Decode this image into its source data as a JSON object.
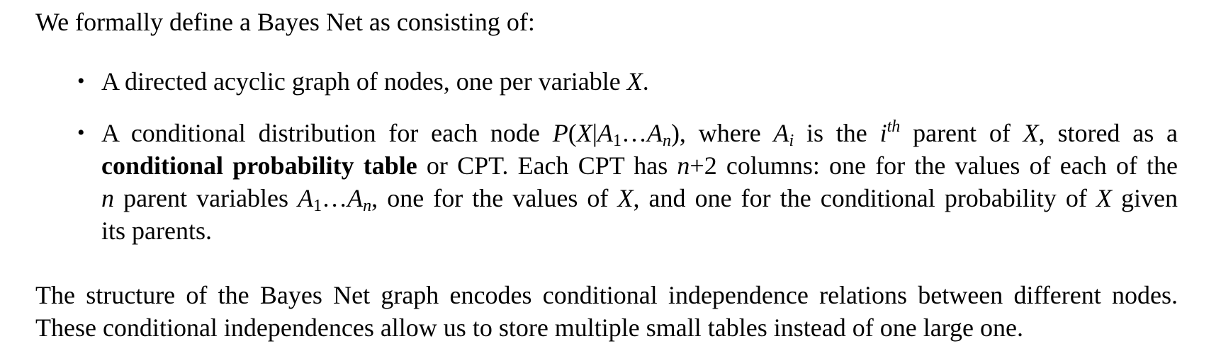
{
  "intro": "We formally define a Bayes Net as consisting of:",
  "bullet1": {
    "text": "A directed acyclic graph of nodes, one per variable ",
    "var": "X",
    "end": "."
  },
  "bullet2": {
    "l1_a": "A conditional distribution for each node ",
    "l1_P": "P",
    "l1_open": "(",
    "l1_X": "X",
    "l1_bar": "|",
    "l1_A1": "A",
    "l1_sub1": "1",
    "l1_dots": "…",
    "l1_An": "A",
    "l1_subn": "n",
    "l1_close": "),",
    "l1_b": " where ",
    "l1_Ai": "A",
    "l1_subi": "i",
    "l1_c": " is the ",
    "l1_i": "i",
    "l1_th": "th",
    "l1_d": " parent of ",
    "l1_X2": "X",
    "l1_e": ", stored as a",
    "l2_bold": "conditional probability table",
    "l2_a": " or CPT. Each CPT has ",
    "l2_n": "n",
    "l2_plus": "+2",
    "l2_b": " columns: one for the values of each of the",
    "l3_n": "n",
    "l3_a": " parent variables ",
    "l3_A1": "A",
    "l3_sub1": "1",
    "l3_dots": "…",
    "l3_An": "A",
    "l3_subn": "n",
    "l3_b": ", one for the values of ",
    "l3_X": "X",
    "l3_c": ", and one for the conditional probability of ",
    "l3_X2": "X",
    "l3_d": " given",
    "l4": "its parents."
  },
  "closing": {
    "line1": "The structure of the Bayes Net graph encodes conditional independence relations between different nodes.",
    "line2": "These conditional independences allow us to store multiple small tables instead of one large one."
  }
}
